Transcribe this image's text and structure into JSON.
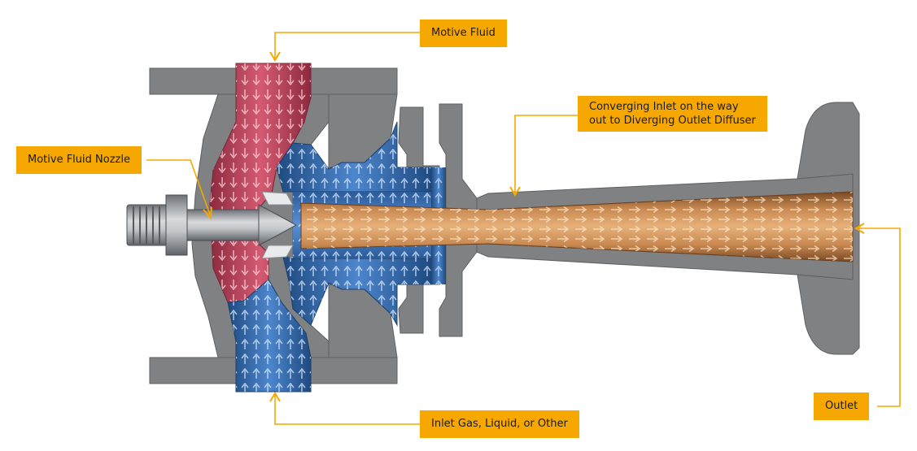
{
  "colors": {
    "callout_bg": "#f7a800",
    "leader": "#f7a800",
    "housing": "#808283",
    "motive_fluid": "#c2475e",
    "inlet_fluid": "#2e5f9e",
    "discharge_flow": "#c47a3a",
    "nozzle": "#a8acb0"
  },
  "labels": {
    "motive_fluid": "Motive Fluid",
    "motive_fluid_nozzle": "Motive Fluid Nozzle",
    "converging_line1": "Converging Inlet on the way",
    "converging_line2": "out to Diverging Outlet Diffuser",
    "inlet": "Inlet Gas, Liquid, or Other",
    "outlet": "Outlet"
  },
  "icons": {
    "flow_arrow": "arrow-icon",
    "leader_arrow": "chevron-arrowhead"
  }
}
